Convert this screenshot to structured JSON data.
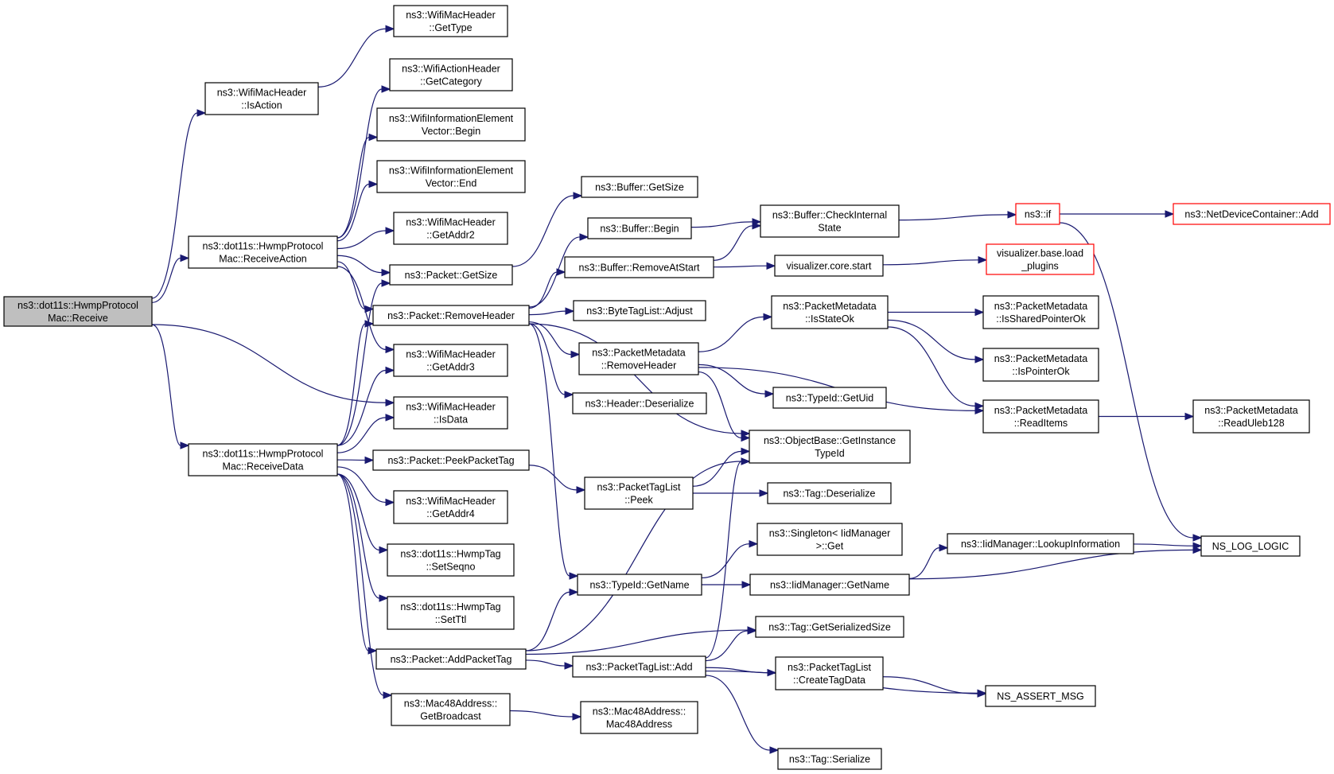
{
  "colors": {
    "edge": "#191970",
    "root_fill": "#bfbfbf",
    "red_border": "#ff0000"
  },
  "nodes": [
    {
      "id": "receive",
      "lines": [
        "ns3::dot11s::HwmpProtocol",
        "Mac::Receive"
      ],
      "root": true
    },
    {
      "id": "isaction",
      "lines": [
        "ns3::WifiMacHeader",
        "::IsAction"
      ]
    },
    {
      "id": "receiveaction",
      "lines": [
        "ns3::dot11s::HwmpProtocol",
        "Mac::ReceiveAction"
      ]
    },
    {
      "id": "receivedata",
      "lines": [
        "ns3::dot11s::HwmpProtocol",
        "Mac::ReceiveData"
      ]
    },
    {
      "id": "gettype",
      "lines": [
        "ns3::WifiMacHeader",
        "::GetType"
      ]
    },
    {
      "id": "getcategory",
      "lines": [
        "ns3::WifiActionHeader",
        "::GetCategory"
      ]
    },
    {
      "id": "iebegin",
      "lines": [
        "ns3::WifiInformationElement",
        "Vector::Begin"
      ]
    },
    {
      "id": "ieend",
      "lines": [
        "ns3::WifiInformationElement",
        "Vector::End"
      ]
    },
    {
      "id": "getaddr2",
      "lines": [
        "ns3::WifiMacHeader",
        "::GetAddr2"
      ]
    },
    {
      "id": "pktgetsize",
      "lines": [
        "ns3::Packet::GetSize"
      ]
    },
    {
      "id": "removeheader",
      "lines": [
        "ns3::Packet::RemoveHeader"
      ]
    },
    {
      "id": "getaddr3",
      "lines": [
        "ns3::WifiMacHeader",
        "::GetAddr3"
      ]
    },
    {
      "id": "isdata",
      "lines": [
        "ns3::WifiMacHeader",
        "::IsData"
      ]
    },
    {
      "id": "peekpackettag",
      "lines": [
        "ns3::Packet::PeekPacketTag"
      ]
    },
    {
      "id": "getaddr4",
      "lines": [
        "ns3::WifiMacHeader",
        "::GetAddr4"
      ]
    },
    {
      "id": "setseqno",
      "lines": [
        "ns3::dot11s::HwmpTag",
        "::SetSeqno"
      ]
    },
    {
      "id": "setttl",
      "lines": [
        "ns3::dot11s::HwmpTag",
        "::SetTtl"
      ]
    },
    {
      "id": "addpackettag",
      "lines": [
        "ns3::Packet::AddPacketTag"
      ]
    },
    {
      "id": "getbroadcast",
      "lines": [
        "ns3::Mac48Address::",
        "GetBroadcast"
      ]
    },
    {
      "id": "bufgetsize",
      "lines": [
        "ns3::Buffer::GetSize"
      ]
    },
    {
      "id": "bufbegin",
      "lines": [
        "ns3::Buffer::Begin"
      ]
    },
    {
      "id": "bufremoveatstart",
      "lines": [
        "ns3::Buffer::RemoveAtStart"
      ]
    },
    {
      "id": "bytetagadjust",
      "lines": [
        "ns3::ByteTagList::Adjust"
      ]
    },
    {
      "id": "pmremoveheader",
      "lines": [
        "ns3::PacketMetadata",
        "::RemoveHeader"
      ]
    },
    {
      "id": "hdrdeserialize",
      "lines": [
        "ns3::Header::Deserialize"
      ]
    },
    {
      "id": "typeidgetname",
      "lines": [
        "ns3::TypeId::GetName"
      ]
    },
    {
      "id": "ptlpeek",
      "lines": [
        "ns3::PacketTagList",
        "::Peek"
      ]
    },
    {
      "id": "ptladd",
      "lines": [
        "ns3::PacketTagList::Add"
      ]
    },
    {
      "id": "mac48ctor",
      "lines": [
        "ns3::Mac48Address::",
        "Mac48Address"
      ]
    },
    {
      "id": "checkinternal",
      "lines": [
        "ns3::Buffer::CheckInternal",
        "State"
      ]
    },
    {
      "id": "vizstart",
      "lines": [
        "visualizer.core.start"
      ]
    },
    {
      "id": "isstateok",
      "lines": [
        "ns3::PacketMetadata",
        "::IsStateOk"
      ]
    },
    {
      "id": "getuid",
      "lines": [
        "ns3::TypeId::GetUid"
      ]
    },
    {
      "id": "getinstancetypeid",
      "lines": [
        "ns3::ObjectBase::GetInstance",
        "TypeId"
      ]
    },
    {
      "id": "tagdeserialize",
      "lines": [
        "ns3::Tag::Deserialize"
      ]
    },
    {
      "id": "singletonget",
      "lines": [
        "ns3::Singleton< IidManager",
        ">::Get"
      ]
    },
    {
      "id": "iidgetname",
      "lines": [
        "ns3::IidManager::GetName"
      ]
    },
    {
      "id": "taggetserializedsize",
      "lines": [
        "ns3::Tag::GetSerializedSize"
      ]
    },
    {
      "id": "createtagdata",
      "lines": [
        "ns3::PacketTagList",
        "::CreateTagData"
      ]
    },
    {
      "id": "tagserialize",
      "lines": [
        "ns3::Tag::Serialize"
      ]
    },
    {
      "id": "ns3if",
      "lines": [
        "ns3::if"
      ],
      "red": true
    },
    {
      "id": "vizload",
      "lines": [
        "visualizer.base.load",
        "_plugins"
      ],
      "red": true
    },
    {
      "id": "issharedpointerok",
      "lines": [
        "ns3::PacketMetadata",
        "::IsSharedPointerOk"
      ]
    },
    {
      "id": "ispointerok",
      "lines": [
        "ns3::PacketMetadata",
        "::IsPointerOk"
      ]
    },
    {
      "id": "readitems",
      "lines": [
        "ns3::PacketMetadata",
        "::ReadItems"
      ]
    },
    {
      "id": "lookupinfo",
      "lines": [
        "ns3::IidManager::LookupInformation"
      ]
    },
    {
      "id": "nsassertmsg",
      "lines": [
        "NS_ASSERT_MSG"
      ]
    },
    {
      "id": "ndcadd",
      "lines": [
        "ns3::NetDeviceContainer::Add"
      ],
      "red": true
    },
    {
      "id": "readuleb128",
      "lines": [
        "ns3::PacketMetadata",
        "::ReadUleb128"
      ]
    },
    {
      "id": "nsloglogic",
      "lines": [
        "NS_LOG_LOGIC"
      ]
    }
  ],
  "edges": [
    [
      "receive",
      "isaction"
    ],
    [
      "receive",
      "receiveaction"
    ],
    [
      "receive",
      "receivedata"
    ],
    [
      "receive",
      "isdata"
    ],
    [
      "isaction",
      "gettype"
    ],
    [
      "receiveaction",
      "getcategory"
    ],
    [
      "receiveaction",
      "iebegin"
    ],
    [
      "receiveaction",
      "ieend"
    ],
    [
      "receiveaction",
      "getaddr2"
    ],
    [
      "receiveaction",
      "pktgetsize"
    ],
    [
      "receiveaction",
      "removeheader"
    ],
    [
      "receiveaction",
      "getaddr3"
    ],
    [
      "receivedata",
      "pktgetsize"
    ],
    [
      "receivedata",
      "removeheader"
    ],
    [
      "receivedata",
      "getaddr3"
    ],
    [
      "receivedata",
      "isdata"
    ],
    [
      "receivedata",
      "peekpackettag"
    ],
    [
      "receivedata",
      "getaddr4"
    ],
    [
      "receivedata",
      "setseqno"
    ],
    [
      "receivedata",
      "setttl"
    ],
    [
      "receivedata",
      "addpackettag"
    ],
    [
      "receivedata",
      "getbroadcast"
    ],
    [
      "pktgetsize",
      "bufgetsize"
    ],
    [
      "removeheader",
      "bufbegin"
    ],
    [
      "removeheader",
      "bufremoveatstart"
    ],
    [
      "removeheader",
      "bytetagadjust"
    ],
    [
      "removeheader",
      "pmremoveheader"
    ],
    [
      "removeheader",
      "hdrdeserialize"
    ],
    [
      "removeheader",
      "typeidgetname"
    ],
    [
      "removeheader",
      "getinstancetypeid"
    ],
    [
      "peekpackettag",
      "ptlpeek"
    ],
    [
      "addpackettag",
      "typeidgetname"
    ],
    [
      "addpackettag",
      "getinstancetypeid"
    ],
    [
      "addpackettag",
      "taggetserializedsize"
    ],
    [
      "addpackettag",
      "ptladd"
    ],
    [
      "getbroadcast",
      "mac48ctor"
    ],
    [
      "bufbegin",
      "checkinternal"
    ],
    [
      "bufremoveatstart",
      "checkinternal"
    ],
    [
      "bufremoveatstart",
      "vizstart"
    ],
    [
      "pmremoveheader",
      "isstateok"
    ],
    [
      "pmremoveheader",
      "getuid"
    ],
    [
      "pmremoveheader",
      "getinstancetypeid"
    ],
    [
      "pmremoveheader",
      "readitems"
    ],
    [
      "typeidgetname",
      "singletonget"
    ],
    [
      "typeidgetname",
      "iidgetname"
    ],
    [
      "ptlpeek",
      "getinstancetypeid"
    ],
    [
      "ptlpeek",
      "tagdeserialize"
    ],
    [
      "ptladd",
      "getinstancetypeid"
    ],
    [
      "ptladd",
      "taggetserializedsize"
    ],
    [
      "ptladd",
      "createtagdata"
    ],
    [
      "ptladd",
      "nsassertmsg"
    ],
    [
      "ptladd",
      "tagserialize"
    ],
    [
      "checkinternal",
      "ns3if"
    ],
    [
      "vizstart",
      "vizload"
    ],
    [
      "isstateok",
      "issharedpointerok"
    ],
    [
      "isstateok",
      "ispointerok"
    ],
    [
      "isstateok",
      "readitems"
    ],
    [
      "iidgetname",
      "lookupinfo"
    ],
    [
      "iidgetname",
      "nsloglogic"
    ],
    [
      "createtagdata",
      "nsassertmsg"
    ],
    [
      "ns3if",
      "ndcadd"
    ],
    [
      "ns3if",
      "nsloglogic"
    ],
    [
      "readitems",
      "readuleb128"
    ],
    [
      "lookupinfo",
      "nsloglogic"
    ]
  ]
}
